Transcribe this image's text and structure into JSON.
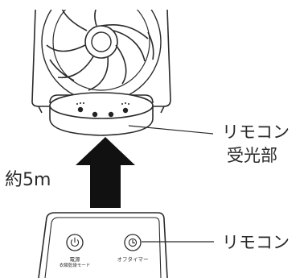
{
  "labels": {
    "receiver_line1": "リモコン",
    "receiver_line2": "受光部",
    "distance": "約5m",
    "remote": "リモコン"
  },
  "remote_buttons": {
    "power_label": "電源",
    "power_sub_label": "衣類乾燥モード",
    "off_timer_label": "オフタイマー"
  },
  "icons": {
    "power": "power-icon",
    "timer": "timer-icon"
  },
  "colors": {
    "line": "#2a2a2a",
    "arrow": "#111111",
    "background": "#ffffff"
  }
}
